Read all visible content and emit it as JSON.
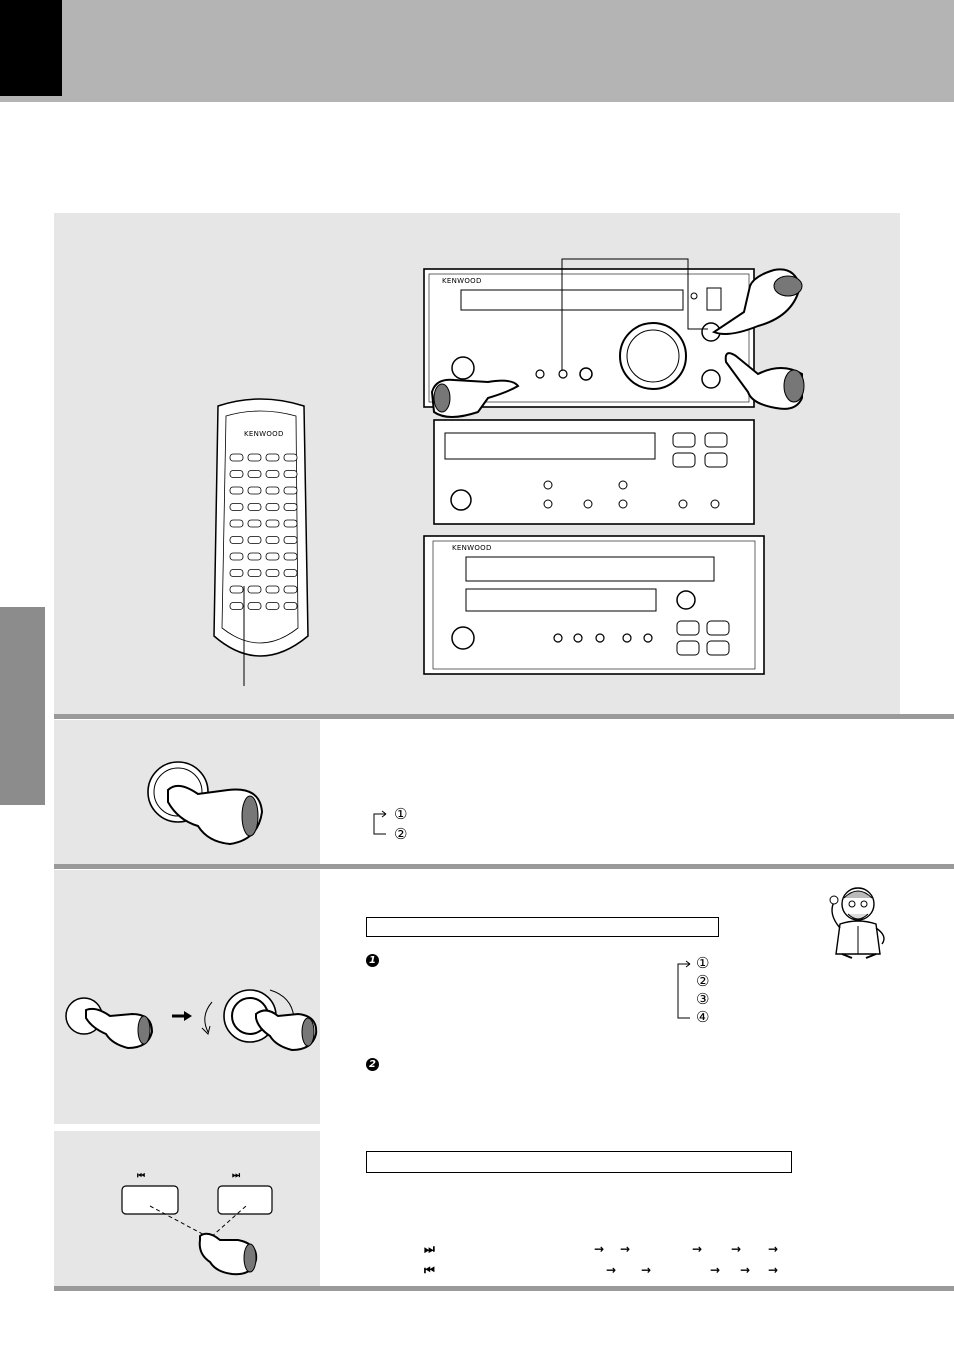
{
  "header": {
    "title": ""
  },
  "remote": {
    "brand": "KENWOOD"
  },
  "units": {
    "amplifier_brand": "KENWOOD",
    "cd_brand": "KENWOOD"
  },
  "step1": {
    "sequence": [
      "①",
      "②"
    ]
  },
  "step2": {
    "sub_markers": [
      "1",
      "2"
    ],
    "sequence": [
      "①",
      "②",
      "③",
      "④"
    ]
  },
  "step3": {
    "button_left_symbol": "⏮",
    "button_right_symbol": "⏭",
    "row_forward_symbol": "⏭",
    "row_backward_symbol": "⏮",
    "arrow": "→"
  }
}
